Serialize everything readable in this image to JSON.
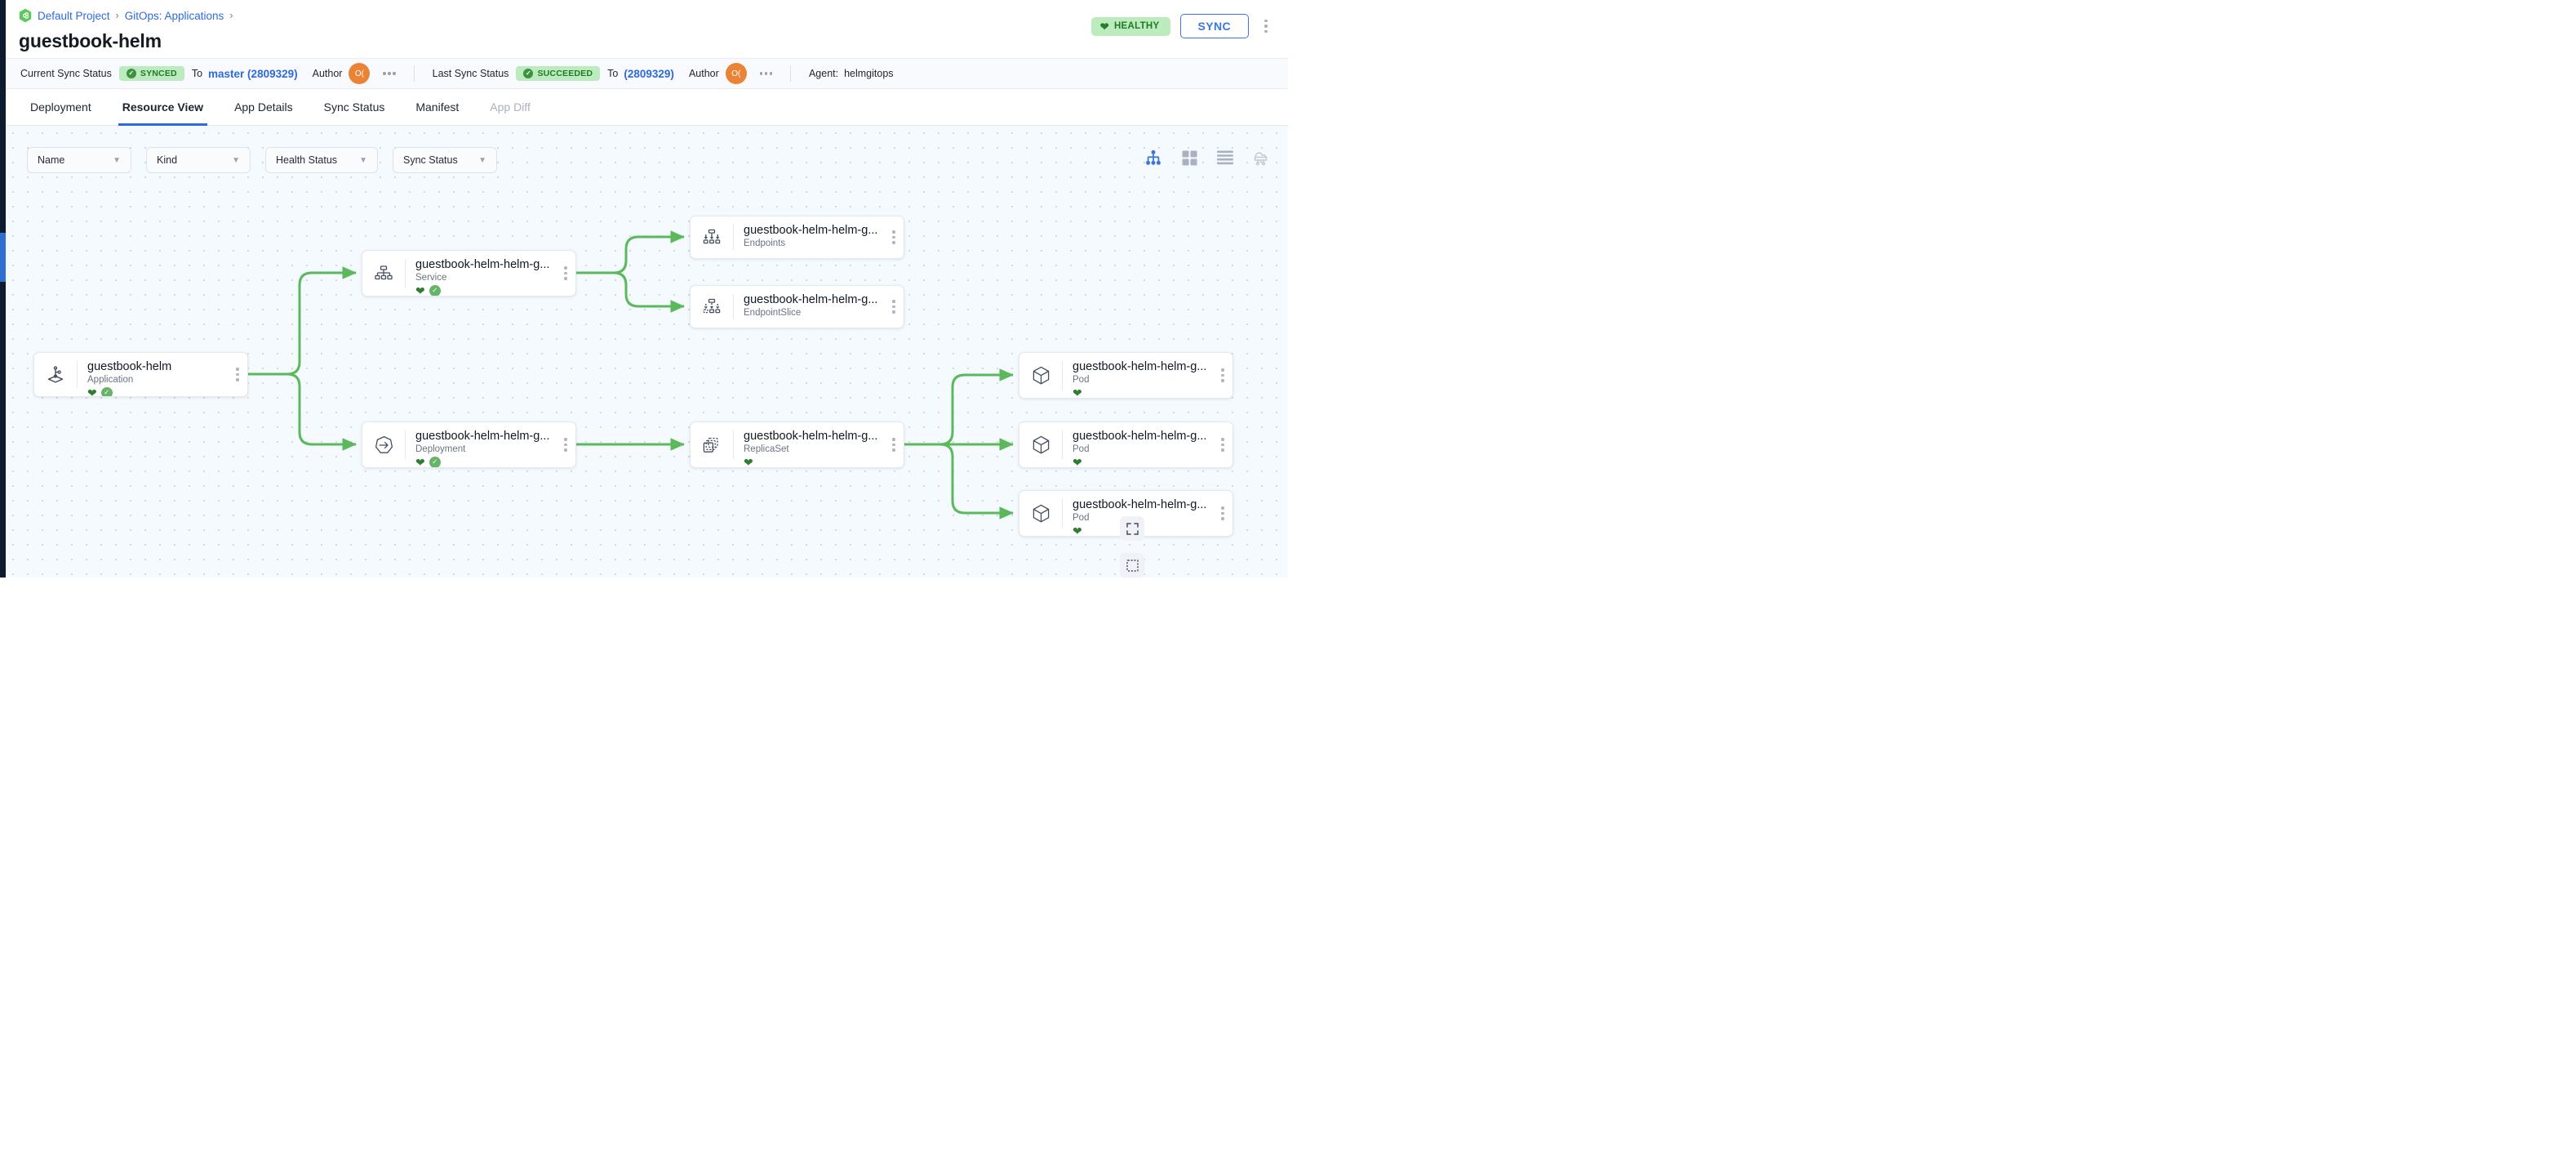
{
  "breadcrumb": {
    "logo_icon": "akuity-hexagon-icon",
    "items": [
      {
        "label": "Default Project",
        "sep": "›"
      },
      {
        "label": "GitOps: Applications",
        "sep": "›"
      }
    ]
  },
  "header": {
    "title": "guestbook-helm",
    "health_badge": {
      "label": "HEALTHY",
      "icon": "heart-icon",
      "color": "#bcebbd",
      "text_color": "#1e7a24"
    },
    "sync_button": {
      "label": "SYNC",
      "color": "#3b76e0"
    },
    "overflow_icon": "kebab-menu-icon"
  },
  "statusbar": {
    "current_sync_label": "Current Sync Status",
    "current_sync_pill": "SYNCED",
    "current_to_label": "To",
    "current_revision": "master (2809329)",
    "current_author_label": "Author",
    "current_author_initials": "O(",
    "last_sync_label": "Last Sync Status",
    "last_sync_pill": "SUCCEEDED",
    "last_to_label": "To",
    "last_revision": "(2809329)",
    "last_author_label": "Author",
    "last_author_initials": "O(",
    "agent_label": "Agent:",
    "agent_value": "helmgitops"
  },
  "tabs": [
    {
      "label": "Deployment",
      "state": "normal"
    },
    {
      "label": "Resource View",
      "state": "active"
    },
    {
      "label": "App Details",
      "state": "normal"
    },
    {
      "label": "Sync Status",
      "state": "normal"
    },
    {
      "label": "Manifest",
      "state": "normal"
    },
    {
      "label": "App Diff",
      "state": "disabled"
    }
  ],
  "filters": [
    {
      "label": "Name",
      "icon": "chevron-down-icon"
    },
    {
      "label": "Kind",
      "icon": "chevron-down-icon"
    },
    {
      "label": "Health Status",
      "icon": "chevron-down-icon"
    },
    {
      "label": "Sync Status",
      "icon": "chevron-down-icon"
    }
  ],
  "view_modes": [
    {
      "name": "tree-view-icon",
      "active": true
    },
    {
      "name": "grid-view-icon",
      "active": false
    },
    {
      "name": "list-view-icon",
      "active": false
    },
    {
      "name": "network-view-icon",
      "active": false
    }
  ],
  "canvas_tools": [
    {
      "name": "fullscreen-icon"
    },
    {
      "name": "selection-box-icon"
    }
  ],
  "graph": {
    "edge_color": "#5bb85b",
    "nodes": [
      {
        "id": "app",
        "name": "guestbook-helm",
        "kind": "Application",
        "icon": "application-icon",
        "health": true,
        "synced": true
      },
      {
        "id": "svc",
        "name": "guestbook-helm-helm-g...",
        "kind": "Service",
        "icon": "service-icon",
        "health": true,
        "synced": true
      },
      {
        "id": "ep",
        "name": "guestbook-helm-helm-g...",
        "kind": "Endpoints",
        "icon": "endpoints-icon",
        "health": false,
        "synced": false
      },
      {
        "id": "eps",
        "name": "guestbook-helm-helm-g...",
        "kind": "EndpointSlice",
        "icon": "endpointslice-icon",
        "health": false,
        "synced": false
      },
      {
        "id": "dep",
        "name": "guestbook-helm-helm-g...",
        "kind": "Deployment",
        "icon": "deployment-icon",
        "health": true,
        "synced": true
      },
      {
        "id": "rs",
        "name": "guestbook-helm-helm-g...",
        "kind": "ReplicaSet",
        "icon": "replicaset-icon",
        "health": true,
        "synced": false
      },
      {
        "id": "pod1",
        "name": "guestbook-helm-helm-g...",
        "kind": "Pod",
        "icon": "pod-icon",
        "health": true,
        "synced": false
      },
      {
        "id": "pod2",
        "name": "guestbook-helm-helm-g...",
        "kind": "Pod",
        "icon": "pod-icon",
        "health": true,
        "synced": false
      },
      {
        "id": "pod3",
        "name": "guestbook-helm-helm-g...",
        "kind": "Pod",
        "icon": "pod-icon",
        "health": true,
        "synced": false
      }
    ],
    "edges": [
      {
        "from": "app",
        "to": "svc"
      },
      {
        "from": "app",
        "to": "dep"
      },
      {
        "from": "svc",
        "to": "ep"
      },
      {
        "from": "svc",
        "to": "eps"
      },
      {
        "from": "dep",
        "to": "rs"
      },
      {
        "from": "rs",
        "to": "pod1"
      },
      {
        "from": "rs",
        "to": "pod2"
      },
      {
        "from": "rs",
        "to": "pod3"
      }
    ]
  }
}
